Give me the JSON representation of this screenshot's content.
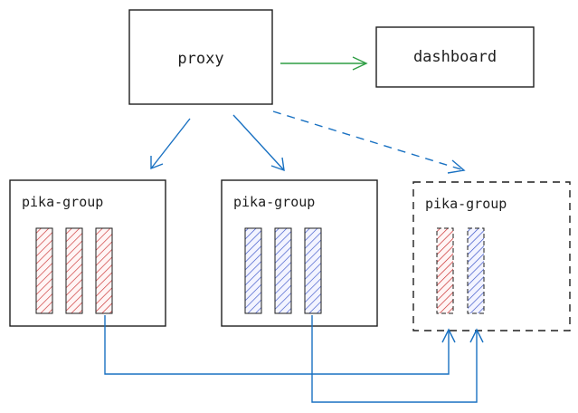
{
  "nodes": {
    "proxy": {
      "label": "proxy"
    },
    "dashboard": {
      "label": "dashboard"
    },
    "groups": [
      {
        "label": "pika-group",
        "style": "solid",
        "slot_count": 3,
        "slot_color": "red"
      },
      {
        "label": "pika-group",
        "style": "solid",
        "slot_count": 3,
        "slot_color": "blue"
      },
      {
        "label": "pika-group",
        "style": "dashed",
        "slot_count": 2,
        "slot_color": "mixed"
      }
    ]
  },
  "edges": [
    {
      "from": "proxy",
      "to": "dashboard",
      "style": "solid",
      "color": "green"
    },
    {
      "from": "proxy",
      "to": "group-1",
      "style": "solid",
      "color": "blue"
    },
    {
      "from": "proxy",
      "to": "group-2",
      "style": "solid",
      "color": "blue"
    },
    {
      "from": "proxy",
      "to": "group-3",
      "style": "dashed",
      "color": "blue"
    },
    {
      "from": "group-1",
      "to": "group-3",
      "style": "solid",
      "color": "blue"
    },
    {
      "from": "group-2",
      "to": "group-3",
      "style": "solid",
      "color": "blue"
    }
  ],
  "colors": {
    "stroke": "#1e1e1e",
    "edge_blue": "#1971c2",
    "edge_green": "#2f9e44",
    "hatch_red": "#c92a2a",
    "hatch_blue": "#364fc7",
    "slot_fill_red": "#fff5f5",
    "slot_fill_blue": "#f3f4ff"
  }
}
